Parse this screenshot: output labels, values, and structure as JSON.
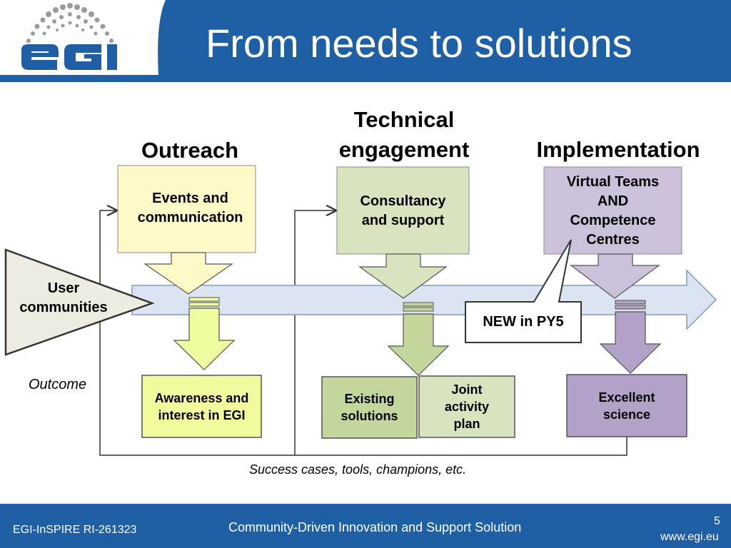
{
  "header": {
    "title": "From needs to solutions",
    "brand_color": "#1f5fa5",
    "logo": {
      "text": "egi",
      "icon": "egi-logo"
    }
  },
  "columns": {
    "outreach": "Outreach",
    "technical": "Technical\nengagement",
    "implementation": "Implementation"
  },
  "inputs": {
    "outreach": "Events and\ncommunication",
    "technical": "Consultancy\nand support",
    "implementation": "Virtual Teams\nAND\nCompetence\nCentres"
  },
  "user_communities": "User\ncommunities",
  "callout": "NEW in PY5",
  "outcome_label": "Outcome",
  "outcomes": {
    "outreach": "Awareness and\ninterest in EGI",
    "existing": "Existing\nsolutions",
    "joint": "Joint\nactivity\nplan",
    "excellent": "Excellent\nscience"
  },
  "feedback_label": "Success cases, tools, champions, etc.",
  "colors": {
    "yellow": "#fff9c8",
    "yellow_arrow": "#f0fca0",
    "yellow_outcome": "#f2fb9c",
    "green": "#d7e4bd",
    "green_arrow": "#c3d69b",
    "purple": "#ccc1da",
    "purple_arrow": "#b3a2c7",
    "band": "#dbe5f1",
    "user_triangle": "#eeece1"
  },
  "footer": {
    "project": "EGI-InSPIRE RI-261323",
    "center": "Community-Driven Innovation and Support Solution",
    "page": "5",
    "url": "www.egi.eu"
  }
}
